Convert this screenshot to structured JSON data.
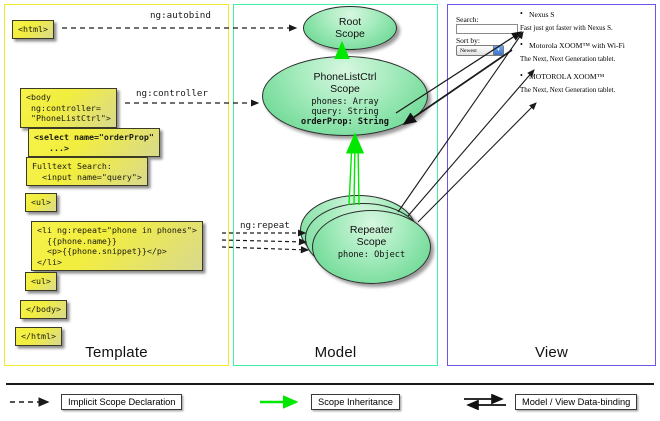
{
  "columns": [
    {
      "id": "template",
      "label": "Template",
      "border_color": "#f2ea2e"
    },
    {
      "id": "model",
      "label": "Model",
      "border_color": "#3ff0a6"
    },
    {
      "id": "view",
      "label": "View",
      "border_color": "#6a56e8"
    }
  ],
  "template": {
    "boxes": [
      {
        "name": "html-open",
        "text": "<html>"
      },
      {
        "name": "body-open",
        "text": "<body\n ng:controller=\n \"PhoneListCtrl\">"
      },
      {
        "name": "select",
        "text": "<select name=\"orderProp\"\n   ...>"
      },
      {
        "name": "search",
        "text": "Fulltext Search:\n  <input name=\"query\">"
      },
      {
        "name": "ul-open",
        "text": "<ul>"
      },
      {
        "name": "li-repeat",
        "text": "<li ng:repeat=\"phone in phones\">\n  {{phone.name}}\n  <p>{{phone.snippet}}</p>\n</li>"
      },
      {
        "name": "ul-close",
        "text": "<ul>"
      },
      {
        "name": "body-close",
        "text": "</body>"
      },
      {
        "name": "html-close",
        "text": "</html>"
      }
    ]
  },
  "edges": {
    "autobind": "ng:autobind",
    "controller": "ng:controller",
    "repeat": "ng:repeat"
  },
  "model": {
    "root_scope": {
      "title_line1": "Root",
      "title_line2": "Scope"
    },
    "phonelist_scope": {
      "title_line1": "PhoneListCtrl",
      "title_line2": "Scope",
      "props": [
        {
          "text": "phones: Array",
          "bold": false
        },
        {
          "text": "query: String",
          "bold": false
        },
        {
          "text": "orderProp: String",
          "bold": true
        }
      ]
    },
    "repeater_scope": {
      "title_line1": "Repeater",
      "title_line2": "Scope",
      "props": [
        {
          "text": "phone: Object",
          "bold": false
        }
      ]
    }
  },
  "view": {
    "search_label": "Search:",
    "search_value": "",
    "sort_label": "Sort by:",
    "sort_selected": "Newest",
    "sort_options": [
      "Newest"
    ],
    "phones": [
      {
        "name": "Nexus S",
        "snippet": "Fast just got faster with Nexus S."
      },
      {
        "name": "Motorola XOOM™ with Wi-Fi",
        "snippet": "The Next, Next Generation tablet."
      },
      {
        "name": "MOTOROLA XOOM™",
        "snippet": "The Next, Next Generation tablet."
      }
    ]
  },
  "legend": [
    {
      "name": "implicit-scope-declaration",
      "label": "Implicit Scope Declaration",
      "style": "dashed-arrow",
      "color": "#1a1a1a"
    },
    {
      "name": "scope-inheritance",
      "label": "Scope Inheritance",
      "style": "solid-arrow",
      "color": "#00e800"
    },
    {
      "name": "model-view-data-binding",
      "label": "Model / View Data-binding",
      "style": "double-arrow",
      "color": "#1a1a1a"
    }
  ]
}
